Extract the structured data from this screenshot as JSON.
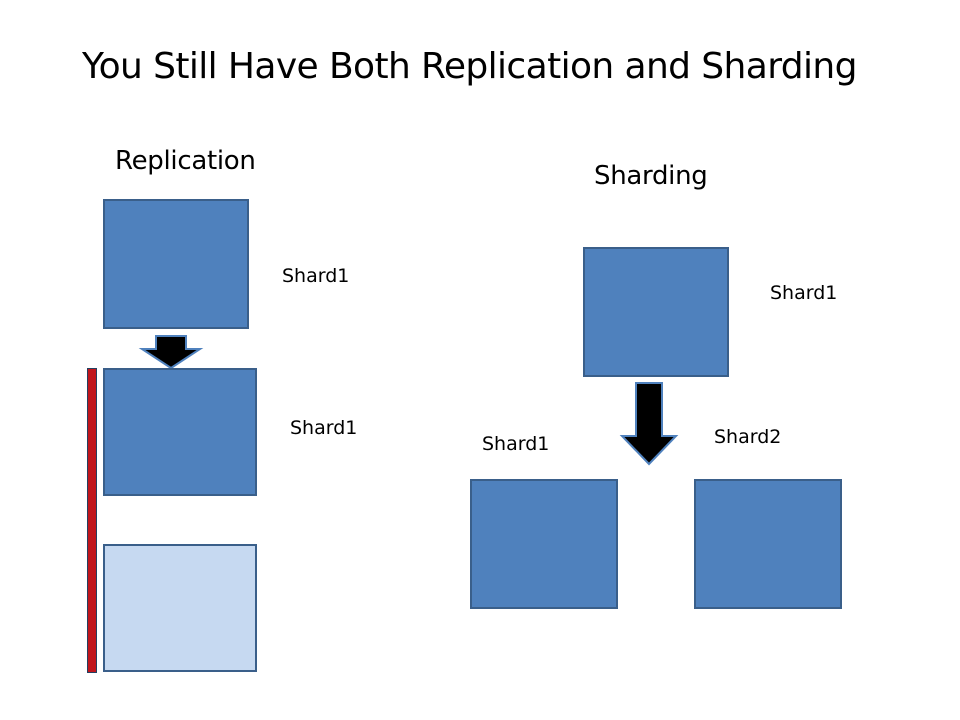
{
  "title": "You Still Have Both Replication and Sharding",
  "replication": {
    "heading": "Replication",
    "labels": [
      "Shard1",
      "Shard1"
    ]
  },
  "sharding": {
    "heading": "Sharding",
    "labels": {
      "top": "Shard1",
      "left": "Shard1",
      "right": "Shard2"
    }
  },
  "colors": {
    "box_fill": "#4f81bd",
    "box_light_fill": "#c6d9f1",
    "box_border": "#3a5f8a",
    "rail": "#c0151c",
    "arrow": "#000000",
    "arrow_outline": "#4f81bd"
  }
}
